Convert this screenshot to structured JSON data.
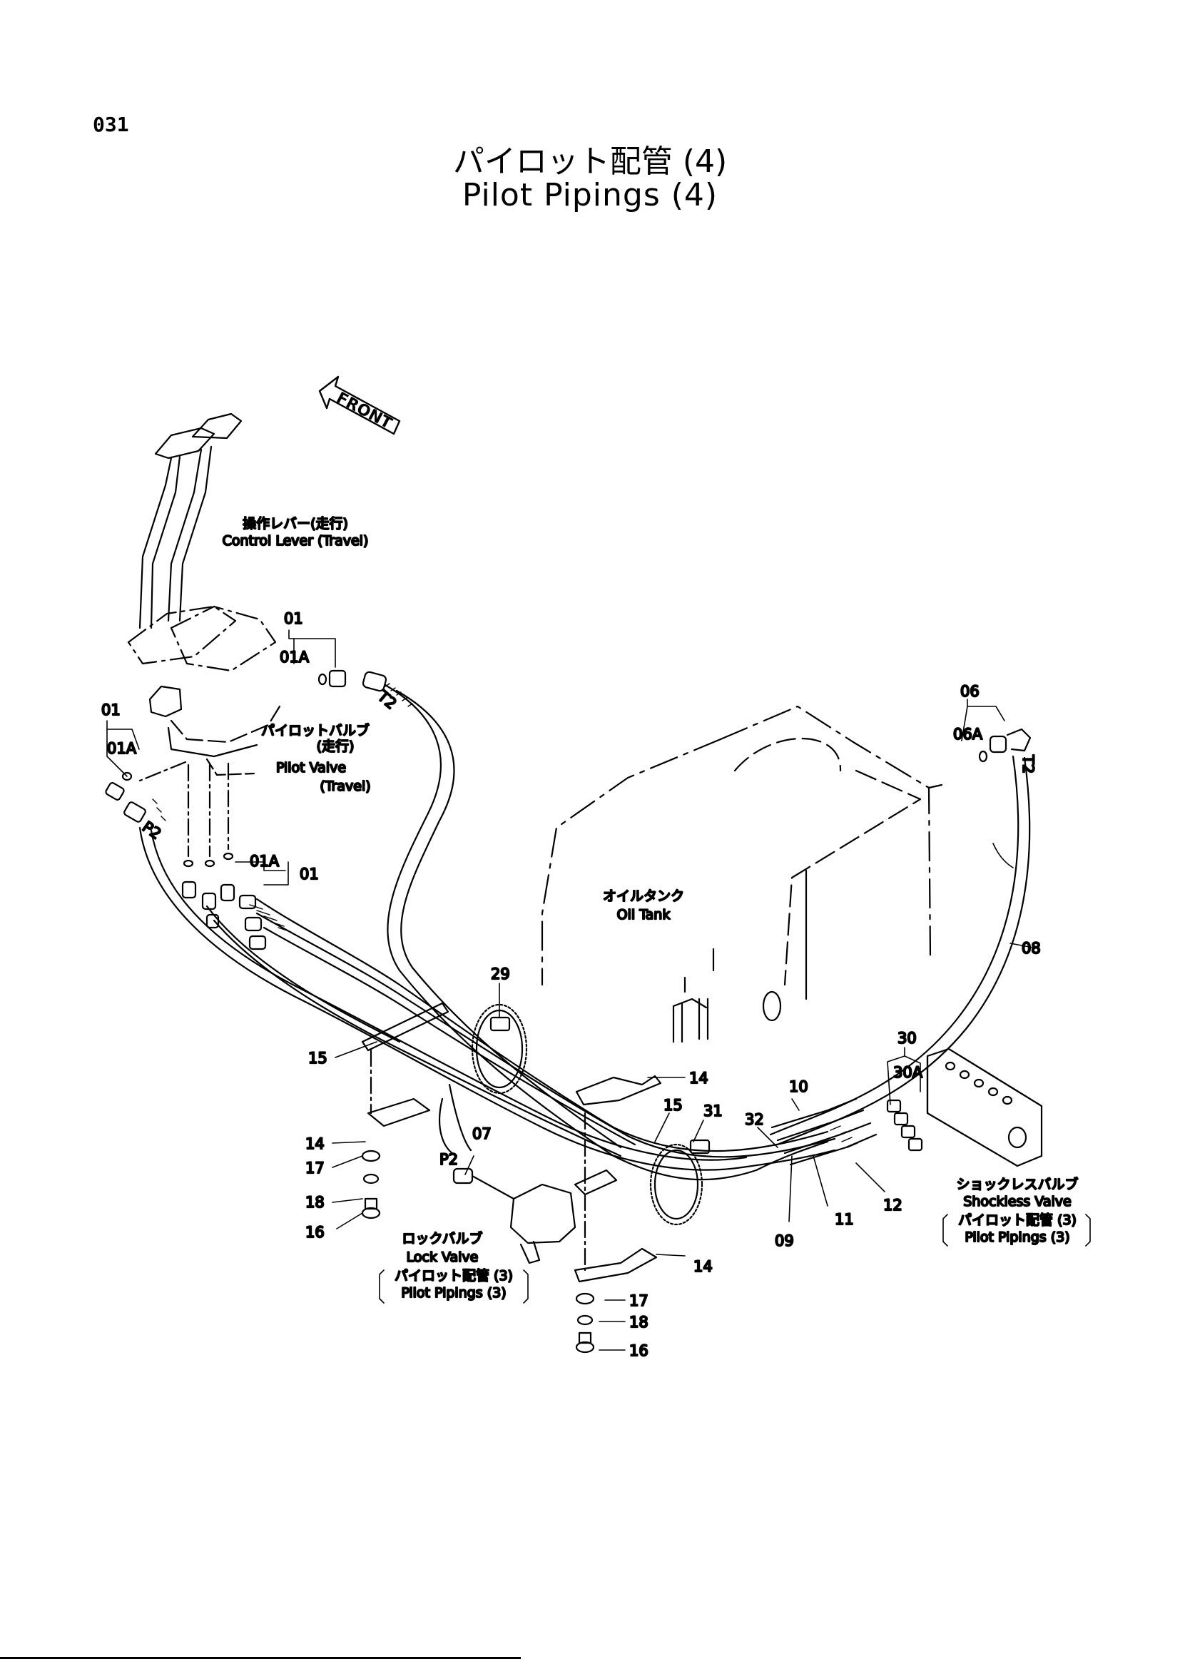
{
  "page": {
    "number": "031",
    "title_jp": "パイロット配管 (4)",
    "title_en": "Pilot Pipings (4)"
  },
  "direction": "FRONT",
  "components": {
    "control_lever": {
      "jp": "操作レバー(走行)",
      "en": "Control Lever (Travel)"
    },
    "pilot_valve": {
      "jp": "パイロットバルブ",
      "jp_sub": "(走行)",
      "en": "Pilot Valve",
      "en_sub": "(Travel)"
    },
    "oil_tank": {
      "jp": "オイルタンク",
      "en": "Oil Tank"
    },
    "lock_valve": {
      "jp": "ロックバルブ",
      "en": "Lock Valve",
      "ref_jp": "パイロット配管 (3)",
      "ref_en": "Pilot Pipings (3)"
    },
    "shockless_valve": {
      "jp": "ショックレスバルブ",
      "en": "Shockless Valve",
      "ref_jp": "パイロット配管 (3)",
      "ref_en": "Pilot Pipings (3)"
    }
  },
  "port_labels": {
    "t2": "T2",
    "p2": "P2"
  },
  "callouts": {
    "c01a_top": "01",
    "c01a_top_sub": "01A",
    "c01_left": "01",
    "c01_left_sub": "01A",
    "c01_mid": "01",
    "c01_mid_sub": "01A",
    "c06": "06",
    "c06a": "06A",
    "c07": "07",
    "c08": "08",
    "c09": "09",
    "c10": "10",
    "c11": "11",
    "c12": "12",
    "c14a": "14",
    "c14b": "14",
    "c14c": "14",
    "c15a": "15",
    "c15b": "15",
    "c16a": "16",
    "c16b": "16",
    "c17a": "17",
    "c17b": "17",
    "c18a": "18",
    "c18b": "18",
    "c29": "29",
    "c30": "30",
    "c30a": "30A",
    "c31": "31",
    "c32": "32"
  }
}
